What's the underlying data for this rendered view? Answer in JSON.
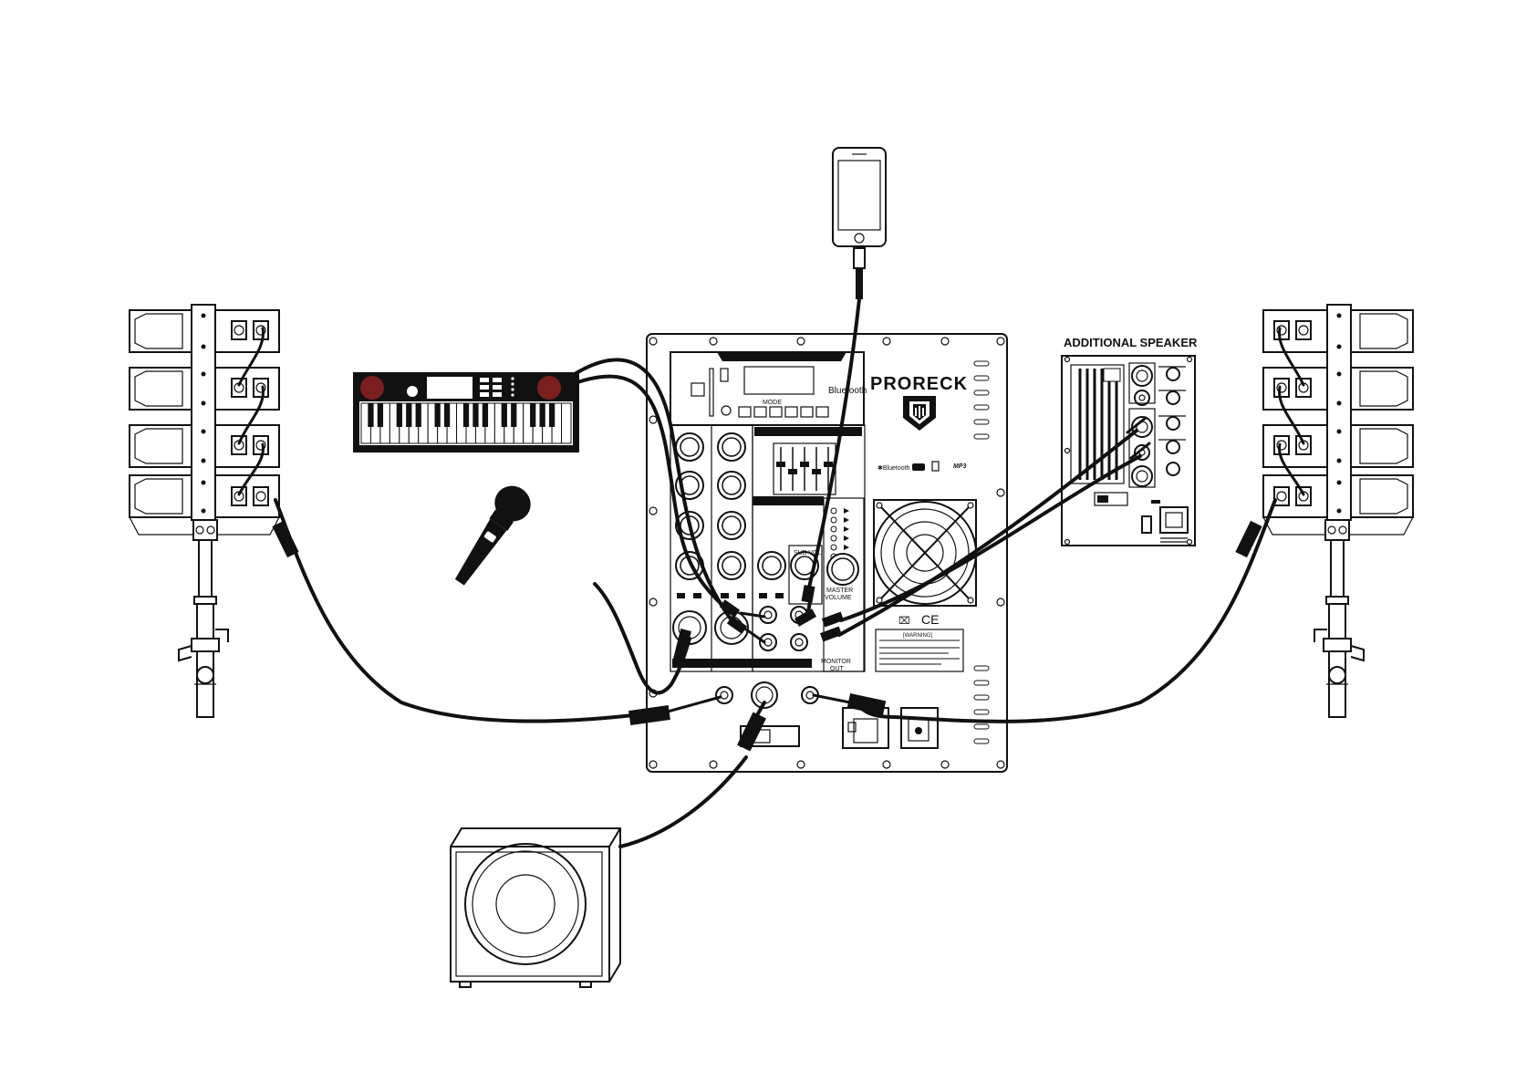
{
  "mixer": {
    "brand": "PRORECK",
    "bluetooth_label": "Bluetooth",
    "mode_label": "MODE",
    "sub_vol_label": "SUB VOL",
    "master_volume_line1": "MASTER",
    "master_volume_line2": "VOLUME",
    "monitor_out_line1": "MONITOR",
    "monitor_out_line2": "OUT",
    "warning_label": "[WARNING]",
    "ce_mark": "CE"
  },
  "additional_speaker": {
    "title": "ADDITIONAL SPEAKER"
  },
  "colors": {
    "line": "#111111",
    "keyboard_knob": "#7a1f1f",
    "background": "#ffffff"
  },
  "devices": [
    "phone-icon",
    "keyboard-icon",
    "microphone-icon",
    "subwoofer-icon",
    "line-array-left-icon",
    "line-array-right-icon"
  ]
}
